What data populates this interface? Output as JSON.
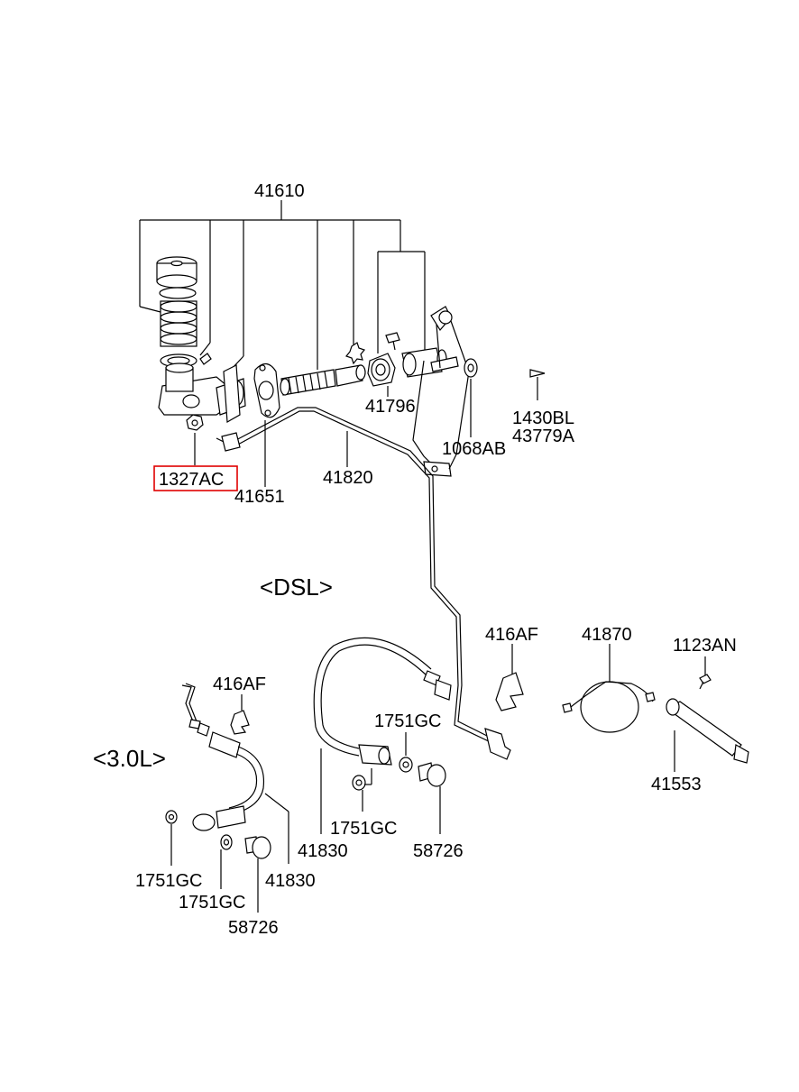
{
  "labels": {
    "p41610": "41610",
    "p41796": "41796",
    "p1068AB": "1068AB",
    "p1430BL": "1430BL",
    "p43779A": "43779A",
    "p1327AC": "1327AC",
    "p41651": "41651",
    "p41820": "41820",
    "dsl": "<DSL>",
    "p416AF_right": "416AF",
    "p41870": "41870",
    "p1123AN": "1123AN",
    "p416AF_left": "416AF",
    "p1751GC_top": "1751GC",
    "v30l": "<3.0L>",
    "p41553": "41553",
    "p1751GC_mid": "1751GC",
    "p41830_mid": "41830",
    "p58726_mid": "58726",
    "p1751GC_left1": "1751GC",
    "p41830_left": "41830",
    "p1751GC_left2": "1751GC",
    "p58726_left": "58726"
  },
  "highlight": {
    "part": "1327AC",
    "color": "#e00000"
  }
}
